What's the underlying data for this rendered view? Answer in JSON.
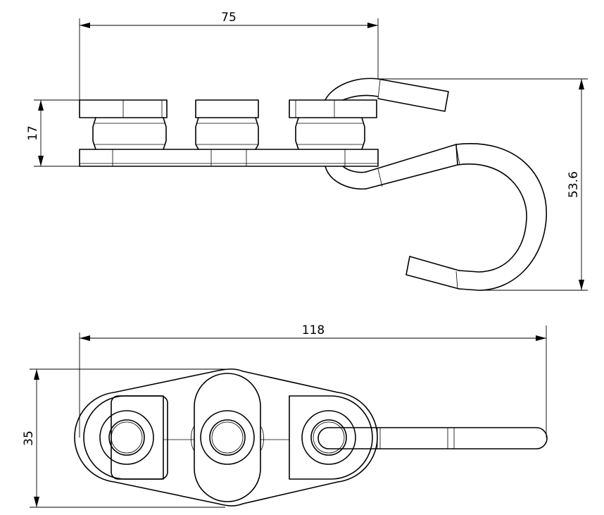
{
  "dimensions": {
    "top_width": "75",
    "roller_height": "17",
    "hook_height": "53.6",
    "overall_length": "118",
    "plate_width": "35"
  },
  "colors": {
    "line": "#000000",
    "background": "#ffffff"
  }
}
